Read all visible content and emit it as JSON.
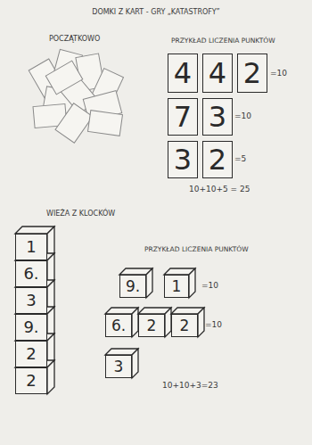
{
  "diagram": {
    "title": "DOMKI Z KART - GRY „KATASTROFY”",
    "nodes": [
      {
        "text": [
          "4"
        ]
      },
      {
        "text": [
          "4"
        ]
      },
      {
        "text": [
          "2"
        ]
      },
      {
        "text": [
          "7"
        ]
      },
      {
        "text": [
          "3"
        ]
      },
      {
        "text": [
          "3"
        ]
      },
      {
        "text": [
          "2"
        ]
      },
      {
        "text": [
          "1"
        ]
      },
      {
        "text": [
          "6."
        ]
      },
      {
        "text": [
          "3"
        ]
      },
      {
        "text": [
          "9."
        ]
      },
      {
        "text": [
          "2"
        ]
      },
      {
        "text": [
          "2"
        ]
      },
      {
        "text": [
          "9."
        ]
      },
      {
        "text": [
          "1"
        ]
      },
      {
        "text": [
          "6."
        ]
      },
      {
        "text": [
          "2"
        ]
      },
      {
        "text": [
          "2"
        ]
      },
      {
        "text": [
          "3"
        ]
      }
    ],
    "labels": [
      "POCZĄTKOWO",
      "PRZYKŁAD LICZENIA PUNKTÓW",
      "=10",
      "=10",
      "=5",
      "10+10+5 = 25",
      "WIEŻA Z KLOCKÓW",
      "PRZYKŁAD LICZENIA PUNKTÓW",
      "=10",
      "=10",
      "10+10+3=23"
    ]
  }
}
